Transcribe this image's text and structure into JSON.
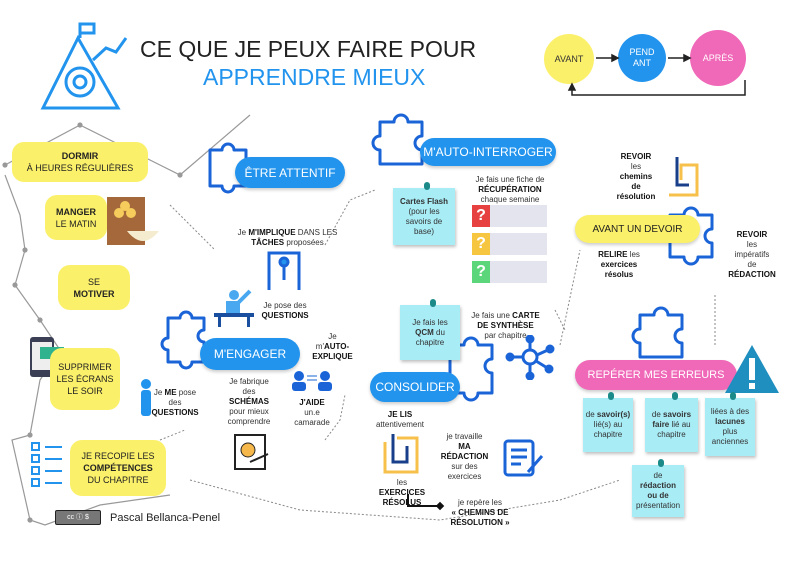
{
  "title": {
    "line1": "CE QUE JE PEUX FAIRE POUR",
    "line2": "APPRENDRE MIEUX"
  },
  "cycle": {
    "avant": "AVANT",
    "pendant": "PEND ANT",
    "apres": "APRÈS"
  },
  "habits": {
    "dormir_b": "DORMIR",
    "dormir": "À HEURES RÉGULIÈRES",
    "manger_b": "MANGER",
    "manger": "LE MATIN",
    "motiver": "SE",
    "motiver_b": "MOTIVER",
    "ecrans": "SUPPRIMER",
    "ecrans2": "LES ÉCRANS",
    "ecrans3": "LE SOIR",
    "recopie": "JE RECOPIE LES",
    "recopie_b": "COMPÉTENCES",
    "recopie2": "DU CHAPITRE"
  },
  "author": "Pascal Bellanca-Penel",
  "attentif": {
    "label": "ÊTRE ATTENTIF",
    "implique1": "Je ",
    "implique_b": "M'IMPLIQUE",
    "implique2": " DANS LES",
    "taches_b": "TÂCHES",
    "taches": " proposées",
    "pose": "Je pose des",
    "pose_b": "QUESTIONS"
  },
  "engager": {
    "label": "M'ENGAGER",
    "auto1": "Je",
    "auto2": "m'",
    "auto_b": "AUTO-",
    "auto_b2": "EXPLIQUE",
    "me1": "Je ",
    "me_b": "ME",
    "me2": " pose",
    "me3": "des",
    "me_b2": "QUESTIONS",
    "schema1": "Je fabrique",
    "schema2": "des",
    "schema_b": "SCHÉMAS",
    "schema3": "pour mieux",
    "schema4": "comprendre",
    "aide_b": "J'AIDE",
    "aide1": "un.e",
    "aide2": "camarade"
  },
  "interroger": {
    "label": "M'AUTO-INTERROGER",
    "flash_b": "Cartes Flash",
    "flash1": "(pour les",
    "flash2": "savoirs de",
    "flash3": "base)",
    "fiche1": "Je fais une fiche de",
    "fiche_b": "RÉCUPÉRATION",
    "fiche2": "chaque semaine",
    "q": "?"
  },
  "consolider": {
    "label": "CONSOLIDER",
    "qcm1": "Je fais les",
    "qcm_b": "QCM",
    "qcm2": " du",
    "qcm3": "chapitre",
    "carte1": "Je fais une ",
    "carte_b": "CARTE",
    "carte_b2": "DE SYNTHÈSE",
    "carte2": "par chapitre",
    "lis_b": "JE LIS",
    "lis": "attentivement",
    "les": "les",
    "ex_b": "EXERCICES",
    "ex_b2": "RÉSOLUS",
    "red1": "je travaille",
    "red_b": "MA",
    "red_b2": "RÉDACTION",
    "red2": "sur des",
    "red3": "exercices",
    "chem1": "je repère les",
    "chem_b": "« CHEMINS DE",
    "chem_b2": "RÉSOLUTION »"
  },
  "devoir": {
    "label": "AVANT UN DEVOIR",
    "rev_b": "REVOIR",
    "rev1": "les",
    "rev_b2": "chemins",
    "rev_b3": "de",
    "rev_b4": "résolution",
    "relire_b": "RELIRE",
    "relire": " les",
    "relire_b2": "exercices",
    "relire_b3": "résolus",
    "imp_b": "REVOIR",
    "imp1": "les",
    "imp2": "impératifs",
    "imp3": "de",
    "imp_b2": "RÉDACTION"
  },
  "erreurs": {
    "label": "REPÉRER MES ERREURS",
    "n1a": "de ",
    "n1b": "savoir(s)",
    "n1c": "lié(s) au",
    "n1d": "chapitre",
    "n2a": "de ",
    "n2b": "savoirs",
    "n2c": "faire",
    "n2d": " lié au",
    "n2e": "chapitre",
    "n3a": "liées à des",
    "n3b": "lacunes",
    "n3c": "plus",
    "n3d": "anciennes",
    "n4a": "de",
    "n4b": "rédaction",
    "n4c": "ou de",
    "n4d": "présentation"
  },
  "colors": {
    "blue": "#2294ee",
    "yellow": "#fbf06a",
    "pink": "#f068b8",
    "note": "#a8ecf6"
  }
}
